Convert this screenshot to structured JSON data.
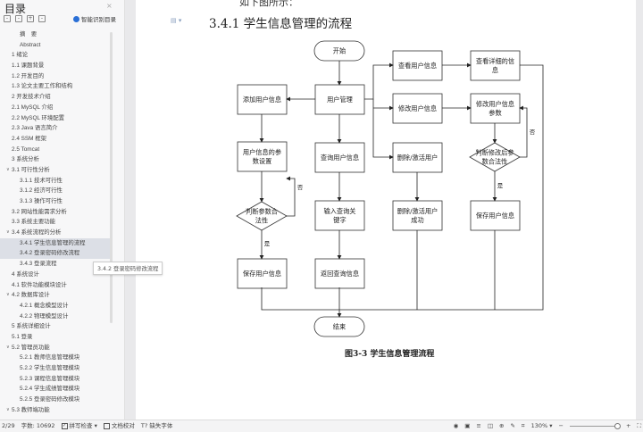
{
  "sidebar": {
    "title": "目录",
    "close": "×",
    "smart_label": "智能识别目录",
    "items": [
      {
        "label": "摘　要",
        "level": 2
      },
      {
        "label": "Abstract",
        "level": 2
      },
      {
        "label": "1 绪论",
        "level": 1
      },
      {
        "label": "1.1 课题背景",
        "level": 1
      },
      {
        "label": "1.2 开发目的",
        "level": 1
      },
      {
        "label": "1.3  论文主要工作和结构",
        "level": 1
      },
      {
        "label": "2 开发技术介绍",
        "level": 1
      },
      {
        "label": "2.1 MySQL 介绍",
        "level": 1
      },
      {
        "label": "2.2 MySQL 环境配置",
        "level": 1
      },
      {
        "label": "2.3 Java 语言简介",
        "level": 1
      },
      {
        "label": "2.4 SSM 框架",
        "level": 1
      },
      {
        "label": "2.5 Tomcat",
        "level": 1
      },
      {
        "label": "3 系统分析",
        "level": 1
      },
      {
        "label": "3.1 可行性分析",
        "level": 1,
        "expanded": true
      },
      {
        "label": "3.1.1 技术可行性",
        "level": 2
      },
      {
        "label": "3.1.2 经济可行性",
        "level": 2
      },
      {
        "label": "3.1.3 操作可行性",
        "level": 2
      },
      {
        "label": "3.2 网站性能需求分析",
        "level": 1
      },
      {
        "label": "3.3 系统主要功能",
        "level": 1
      },
      {
        "label": "3.4 系统流程的分析",
        "level": 1,
        "expanded": true
      },
      {
        "label": "3.4.1  学生信息管理的流程",
        "level": 2,
        "selected": true
      },
      {
        "label": "3.4.2  登录密码修改流程",
        "level": 2,
        "selected": true
      },
      {
        "label": "3.4.3  登录流程",
        "level": 2
      },
      {
        "label": "4 系统设计",
        "level": 1
      },
      {
        "label": "4.1  软件功能模块设计",
        "level": 1
      },
      {
        "label": "4.2  数据库设计",
        "level": 1,
        "expanded": true
      },
      {
        "label": "4.2.1  概念模型设计",
        "level": 2
      },
      {
        "label": "4.2.2  物理模型设计",
        "level": 2
      },
      {
        "label": "5 系统详细设计",
        "level": 1
      },
      {
        "label": "5.1 登录",
        "level": 1
      },
      {
        "label": "5.2 管理员功能",
        "level": 1,
        "expanded": true
      },
      {
        "label": "5.2.1 教师信息管理模块",
        "level": 2
      },
      {
        "label": "5.2.2 学生信息管理模块",
        "level": 2
      },
      {
        "label": "5.2.3 课程信息管理模块",
        "level": 2
      },
      {
        "label": "5.2.4 学生成绩管理模块",
        "level": 2
      },
      {
        "label": "5.2.5 登录密码修改模块",
        "level": 2
      },
      {
        "label": "5.3 教师端功能",
        "level": 1,
        "expanded": true
      }
    ],
    "tooltip": "3.4.2 登录密码修改流程"
  },
  "document": {
    "prev_text": "如下图所示：",
    "heading": "3.4.1  学生信息管理的流程",
    "caption": "图3-3  学生信息管理流程",
    "flow": {
      "start": "开始",
      "end": "结束",
      "manage": "用户管理",
      "add": "添加用户信息",
      "add_params": [
        "用户信息的参",
        "数设置"
      ],
      "check_add": [
        "判断参数合",
        "法性"
      ],
      "save_left": "保存用户信息",
      "query": "查询用户信息",
      "keyword": [
        "输入查询关",
        "键字"
      ],
      "return": "返回查询信息",
      "view": "查看用户信息",
      "view_detail": [
        "查看详细的信",
        "息"
      ],
      "edit": "修改用户信息",
      "edit_params": [
        "修改用户信息",
        "参数"
      ],
      "check_edit": [
        "判断修改后参",
        "数合法性"
      ],
      "save_right": "保存用户信息",
      "delete": "删除/激活用户",
      "delete_ok": [
        "删除/激活用户",
        "成功"
      ],
      "yes": "是",
      "no": "否"
    }
  },
  "status": {
    "page": "2/29",
    "words": "字数: 10692",
    "spell": "拼写检查",
    "proof": "文档校对",
    "font_missing": "缺失字体",
    "zoom": "130%"
  }
}
